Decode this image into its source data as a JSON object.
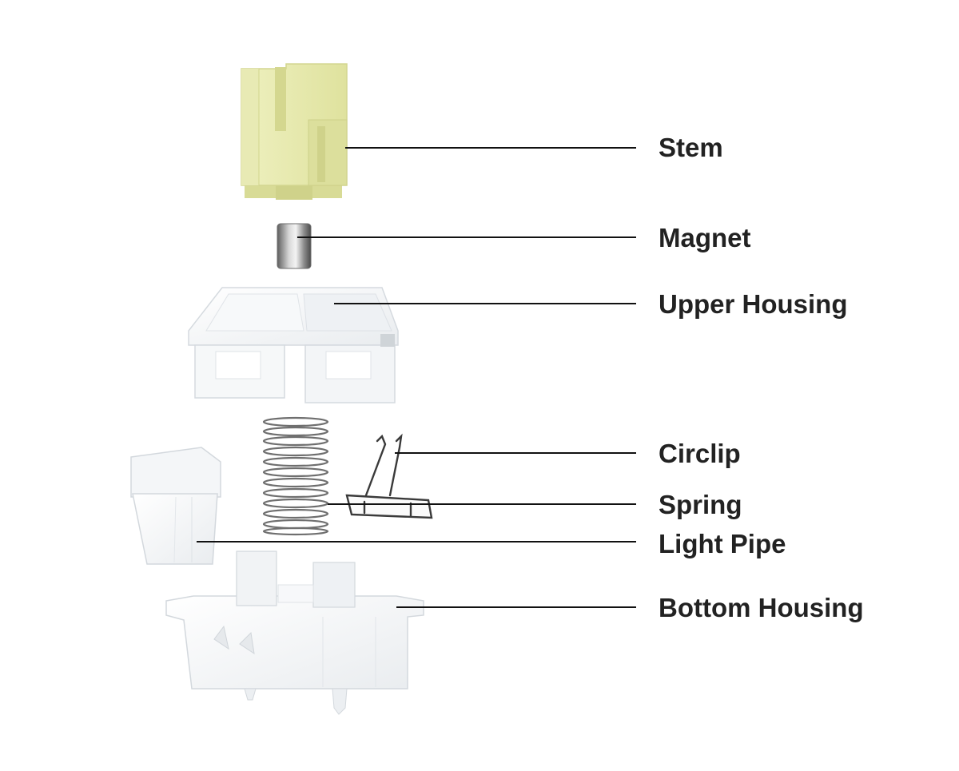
{
  "diagram": {
    "parts": [
      {
        "id": "stem",
        "label": "Stem",
        "color": "#e3e6a6"
      },
      {
        "id": "magnet",
        "label": "Magnet",
        "color": "#9a9a9a"
      },
      {
        "id": "upper-housing",
        "label": "Upper Housing",
        "color": "#f3f5f7"
      },
      {
        "id": "circlip",
        "label": "Circlip",
        "color": "#444444"
      },
      {
        "id": "spring",
        "label": "Spring",
        "color": "#7a7a7a"
      },
      {
        "id": "light-pipe",
        "label": "Light Pipe",
        "color": "#eef0f2"
      },
      {
        "id": "bottom-housing",
        "label": "Bottom Housing",
        "color": "#f1f3f5"
      }
    ],
    "leader_color": "#111111",
    "text_color": "#222222"
  }
}
